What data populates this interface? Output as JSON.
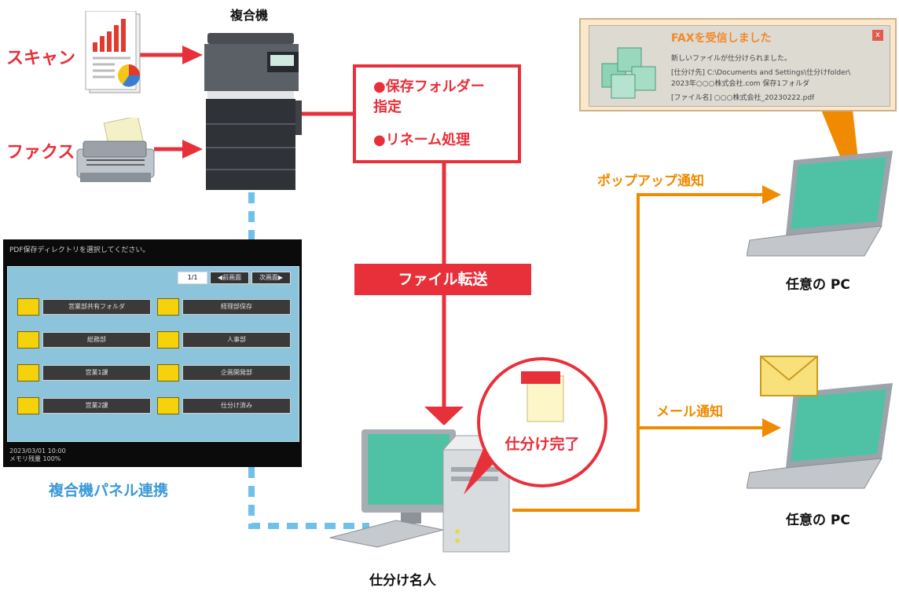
{
  "labels": {
    "mfp": "複合機",
    "scan": "スキャン",
    "fax": "ファクス",
    "panel_link": "複合機パネル連携",
    "file_transfer": "ファイル転送",
    "sorter": "仕分け名人",
    "popup_notify": "ポップアップ通知",
    "mail_notify": "メール通知",
    "pc_top": "任意の PC",
    "pc_bottom": "任意の PC",
    "sort_done": "仕分け完了"
  },
  "callout": {
    "item1": "●保存フォルダー",
    "item1b": "指定",
    "item2": "●リネーム処理"
  },
  "panel": {
    "header": "PDF保存ディレクトリを選択してください。",
    "page": "1/1",
    "prev": "◀前画面",
    "next": "次画面▶",
    "folders": [
      "営業部共有フォルダ",
      "経理部保存",
      "総務部",
      "人事部",
      "営業1課",
      "企画開発部",
      "営業2課",
      "仕分け済み"
    ],
    "footer_line1": "2023/03/01  10:00",
    "footer_line2": "メモリ残量 100%"
  },
  "popup": {
    "title": "FAXを受信しました",
    "close": "x",
    "line1": "新しいファイルが仕分けられました。",
    "line2": "[仕分け先] C:\\Documents and Settings\\仕分けfolder\\",
    "line3": "2023年○○○株式会社.com 保存1フォルダ",
    "line4": "[ファイル名] ○○○株式会社_20230222.pdf"
  },
  "colors": {
    "red": "#e8303a",
    "orange": "#f08a00",
    "blue": "#3b9ad8",
    "screen": "#4fc2a6"
  }
}
